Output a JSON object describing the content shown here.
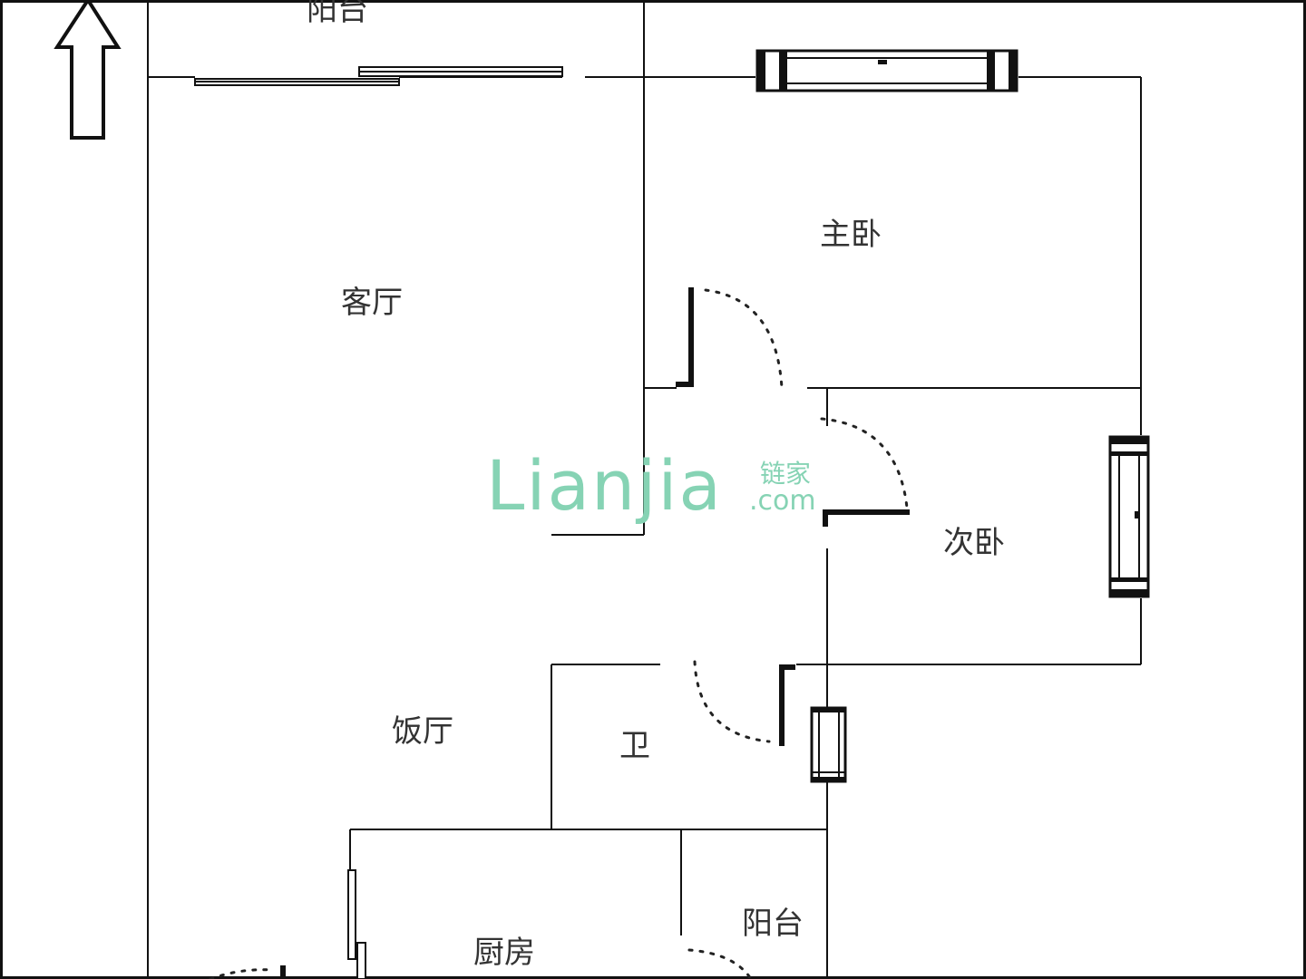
{
  "rooms": {
    "balcony_top": "阳台",
    "master_bedroom": "主卧",
    "living_room": "客厅",
    "second_bedroom": "次卧",
    "dining_room": "饭厅",
    "bathroom": "卫",
    "kitchen": "厨房",
    "balcony_bottom": "阳台"
  },
  "watermark": {
    "brand": "Lianjia",
    "cn": "链家",
    "domain": ".com",
    "color": "#86d3b4"
  },
  "icons": {
    "north": "north-arrow-icon"
  }
}
